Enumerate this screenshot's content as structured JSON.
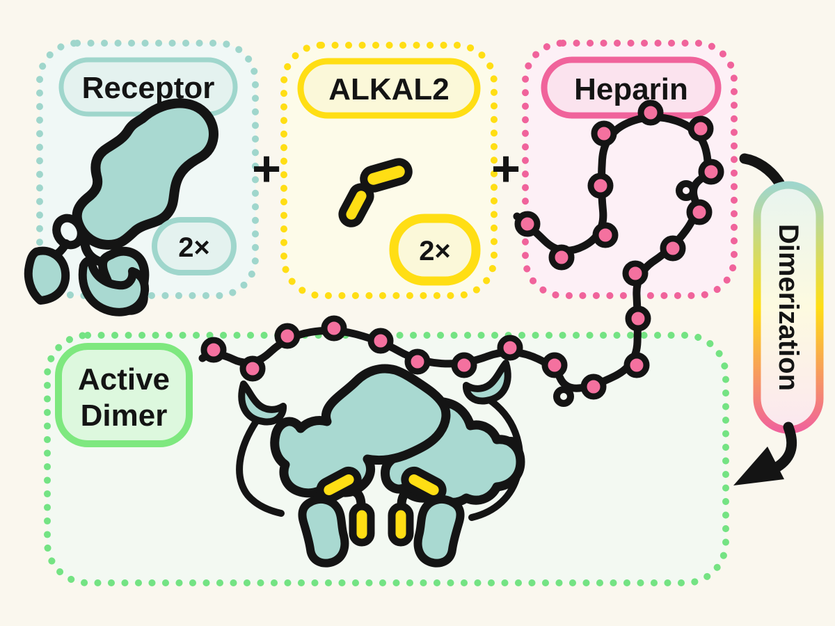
{
  "boxes": {
    "receptor": {
      "label": "Receptor",
      "badge": "2×"
    },
    "alkal2": {
      "label": "ALKAL2",
      "badge": "2×"
    },
    "heparin": {
      "label": "Heparin"
    },
    "active_dimer": {
      "label": "Active Dimer",
      "lines": [
        "Active",
        "Dimer"
      ]
    }
  },
  "operators": {
    "plus_1": "+",
    "plus_2": "+"
  },
  "dimerization": {
    "label": "Dimerization"
  },
  "colors": {
    "bg": "#FAF7EE",
    "ink": "#141414",
    "teal-accent": "#9FD6CC",
    "teal-box": "#F0F8F6",
    "teal-pill": "#E4F2EF",
    "teal-fill": "#A9D9D1",
    "yellow-accent": "#FFDE14",
    "yellow-box": "#FDFBE9",
    "yellow-pill": "#FBF8D9",
    "yellow-fill": "#FFDE14",
    "pink-accent": "#F0639B",
    "pink-box": "#FDF0F6",
    "pink-pill": "#FBE3EE",
    "pink-bead": "#F4719F",
    "green-accent": "#74E383",
    "green-border": "#7EE87F",
    "green-box": "#F3F9F2",
    "green-pill": "#DDF8DE"
  }
}
